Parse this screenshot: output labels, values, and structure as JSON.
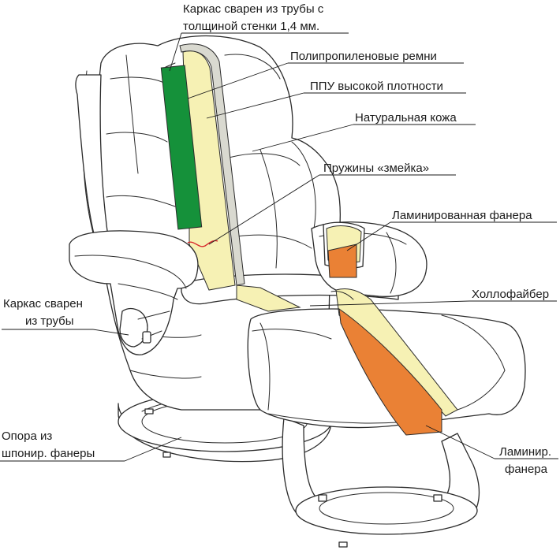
{
  "labels": {
    "frame_tube_wall_line1": "Каркас сварен из трубы с",
    "frame_tube_wall_line2": "толщиной стенки 1,4 мм.",
    "polypropylene_straps": "Полипропиленовые ремни",
    "high_density_foam": "ППУ высокой плотности",
    "genuine_leather": "Натуральная кожа",
    "zigzag_springs": "Пружины «змейка»",
    "laminated_plywood": "Ламинированная фанера",
    "hollofiber": "Холлофайбер",
    "welded_tube_frame_line1": "Каркас сварен",
    "welded_tube_frame_line2": "из трубы",
    "veneer_base_line1": "Опора из",
    "veneer_base_line2": "шпонир. фанеры",
    "lam_plywood_short_line1": "Ламинир.",
    "lam_plywood_short_line2": "фанера"
  },
  "colors": {
    "frame_green": "#15913a",
    "foam_yellow": "#f6f1b4",
    "plywood_orange": "#ea8135",
    "spring_red": "#d8282c",
    "leather_outline": "#2b2b2b"
  }
}
